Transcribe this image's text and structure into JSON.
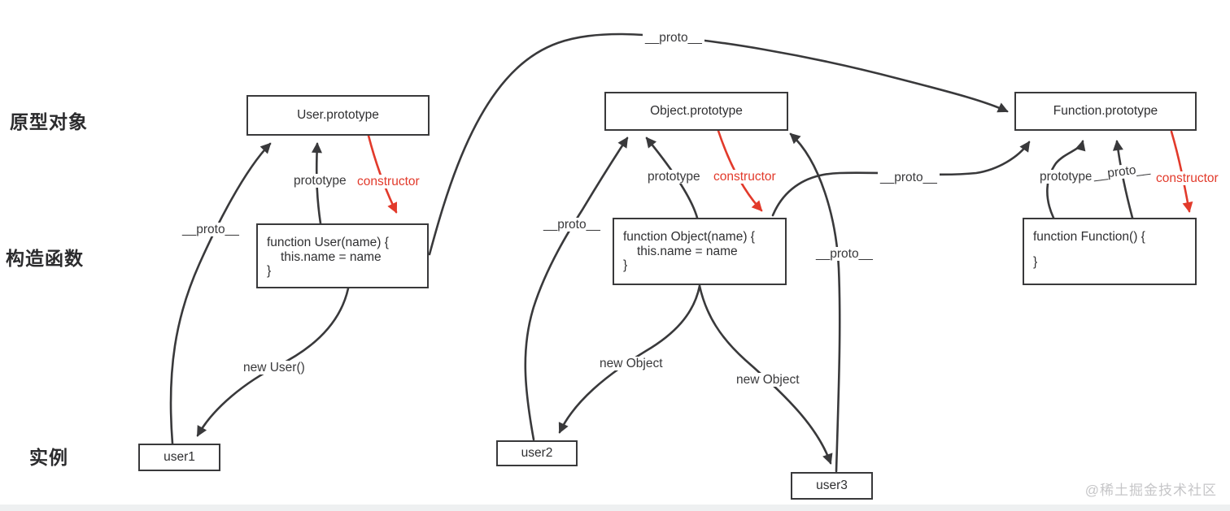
{
  "diagram": {
    "row_labels": {
      "prototypes": "原型对象",
      "constructors": "构造函数",
      "instances": "实例"
    },
    "boxes": {
      "user_prototype": "User.prototype",
      "object_prototype": "Object.prototype",
      "function_prototype": "Function.prototype",
      "user1": "user1",
      "user2": "user2",
      "user3": "user3",
      "fn_user": {
        "l1": "function User(name) {",
        "l2": "this.name = name",
        "l3": "}"
      },
      "fn_object": {
        "l1": "function Object(name) {",
        "l2": "this.name = name",
        "l3": "}"
      },
      "fn_function": {
        "l1": "function Function() {",
        "l2": "",
        "l3": "}"
      }
    },
    "edge_labels": {
      "proto_user1": "__proto__",
      "prototype_user": "prototype",
      "constructor_user": "constructor",
      "new_user": "new User()",
      "proto_fn_user": "__proto__",
      "proto_user2": "__proto__",
      "prototype_object": "prototype",
      "constructor_object": "constructor",
      "new_object_user2": "new Object",
      "new_object_user3": "new Object",
      "proto_user3": "__proto__",
      "proto_fn_object": "__proto__",
      "prototype_function": "prototype",
      "proto_fn_function": "__proto__",
      "constructor_function": "constructor"
    },
    "watermark": "@稀土掘金技术社区"
  },
  "colors": {
    "line": "#39393b",
    "accent_red": "#e23a2b",
    "watermark": "#c6c6c8",
    "bottom_strip": "#eef0f1"
  }
}
